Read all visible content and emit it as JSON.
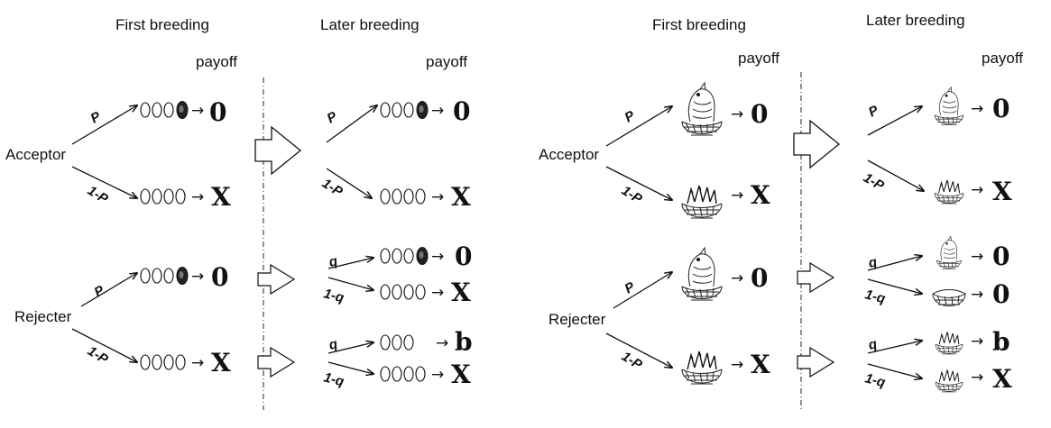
{
  "left_panel": {
    "header_first": "First breeding",
    "header_later": "Later breeding",
    "payoff_first": "payoff",
    "payoff_later": "payoff",
    "role_acceptor": "Acceptor",
    "role_rejecter": "Rejecter",
    "prob_p": "P",
    "prob_1mp": "1-P",
    "prob_q": "q",
    "prob_1mq": "1-q",
    "arrow": "→",
    "acc_first_top_payoff": "0",
    "acc_first_bottom_payoff": "X",
    "acc_later_top_payoff": "0",
    "acc_later_bottom_payoff": "X",
    "rej_first_top_payoff": "0",
    "rej_first_bottom_payoff": "X",
    "rej_later_1_payoff": "0",
    "rej_later_2_payoff": "X",
    "rej_later_3_payoff": "b",
    "rej_later_4_payoff": "X"
  },
  "right_panel": {
    "header_first": "First breeding",
    "header_later": "Later breeding",
    "payoff_first": "payoff",
    "payoff_later": "payoff",
    "role_acceptor": "Acceptor",
    "role_rejecter": "Rejecter",
    "prob_p": "P",
    "prob_1mp": "1-P",
    "prob_q": "q",
    "prob_1mq": "1-q",
    "arrow": "→",
    "acc_first_top_payoff": "0",
    "acc_first_bottom_payoff": "X",
    "acc_later_top_payoff": "0",
    "acc_later_bottom_payoff": "X",
    "rej_first_top_payoff": "0",
    "rej_first_bottom_payoff": "X",
    "rej_later_1_payoff": "0",
    "rej_later_2_payoff": "0",
    "rej_later_3_payoff": "b",
    "rej_later_4_payoff": "X"
  }
}
